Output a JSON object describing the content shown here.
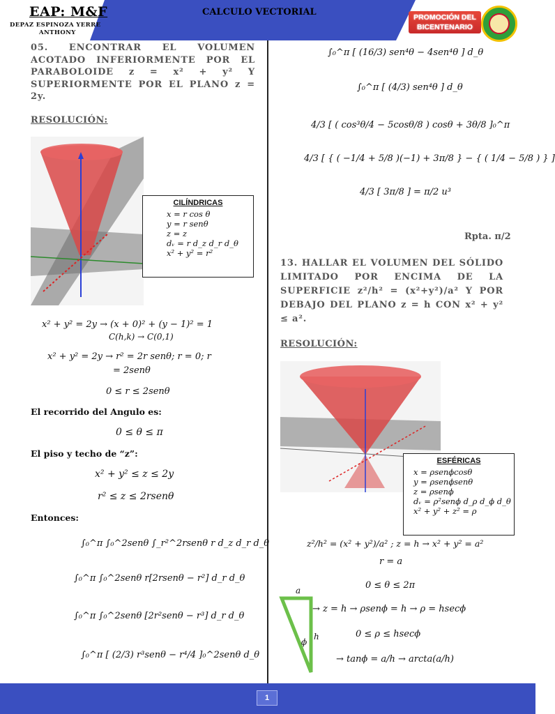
{
  "header": {
    "brand": "EAP: M&F",
    "author_line1": "DEPAZ ESPINOZA YERRE",
    "author_line2": "ANTHONY",
    "course": "CALCULO VECTORIAL",
    "promo_line1": "PROMOCIÓN DEL",
    "promo_line2": "BICENTENARIO"
  },
  "colors": {
    "header_blue": "#3a4fc0",
    "heading_grey": "#555555",
    "accent_green": "#6cc04a",
    "cone_red": "#d94848"
  },
  "problem5": {
    "statement": "05. ENCONTRAR EL VOLUMEN ACOTADO INFERIORMENTE POR EL PARABOLOIDE z = x² + y² Y SUPERIORMENTE POR EL PLANO z = 2y.",
    "resolution": "RESOLUCIÓN:",
    "box_title": "CILÍNDRICAS",
    "box_lines": [
      "x = r cos θ",
      "y = r senθ",
      "z = z",
      "dᵥ = r d_z d_r d_θ",
      "x² + y² = r²"
    ],
    "eq1": "x² + y² = 2y → (x + 0)² + (y − 1)² = 1",
    "eq1b": "C(h,k) → C(0,1)",
    "eq2": "x² + y² = 2y → r² = 2r senθ; r = 0; r",
    "eq2b": "= 2senθ",
    "eq3": "0 ≤ r ≤ 2senθ",
    "angle_label": "El recorrido del Angulo es:",
    "eq4": "0 ≤ θ ≤ π",
    "z_label": "El piso y techo de “z”:",
    "eq5": "x² + y² ≤ z ≤ 2y",
    "eq6": "r² ≤ z ≤ 2rsenθ",
    "then_label": "Entonces:",
    "int1": "∫₀^π ∫₀^2senθ ∫_r²^2rsenθ  r d_z d_r d_θ",
    "int2": "∫₀^π ∫₀^2senθ  r[2rsenθ − r²] d_r d_θ",
    "int3": "∫₀^π ∫₀^2senθ  [2r²senθ − r³] d_r d_θ",
    "int4": "∫₀^π [ (2/3) r³senθ − r⁴/4 ]₀^2senθ  d_θ"
  },
  "problem5_cont": {
    "r1": "∫₀^π [ (16/3) sen⁴θ − 4sen⁴θ ] d_θ",
    "r2": "∫₀^π [ (4/3) sen⁴θ ] d_θ",
    "r3": "4/3 [ ( cos³θ/4 − 5cosθ/8 ) cosθ + 3θ/8 ]₀^π",
    "r4": "4/3 [ { ( −1/4 + 5/8 )(−1) + 3π/8 } − { ( 1/4 − 5/8 ) } ]",
    "r5": "4/3 [ 3π/8 ] = π/2 u³",
    "answer": "Rpta. π/2"
  },
  "problem13": {
    "statement": "13. HALLAR EL VOLUMEN DEL SÓLIDO LIMITADO POR ENCIMA DE LA SUPERFICIE z²/h² = (x²+y²)/a² Y POR DEBAJO DEL PLANO z = h CON x² + y² ≤ a².",
    "resolution": "RESOLUCIÓN:",
    "box_title": "ESFÉRICAS",
    "box_lines": [
      "x = ρsenϕcosθ",
      "y = ρsenϕsenθ",
      "z = ρsenϕ",
      "dᵥ = ρ²senϕ d_ρ d_ϕ d_θ",
      "x² + y² + z² = ρ"
    ],
    "e1": "z²/h² = (x² + y²)/a² ; z = h → x² + y² = a²",
    "e2": "r = a",
    "e3": "0 ≤ θ ≤ 2π",
    "e4": "→ z = h →  ρsenϕ = h → ρ = hsecϕ",
    "e5": "0 ≤ ρ ≤  hsecϕ",
    "e6": "→ tanϕ = a/h → arcta(a/h)",
    "tri_a": "a",
    "tri_h": "h",
    "tri_phi": "ϕ"
  },
  "footer": {
    "page": "1"
  }
}
